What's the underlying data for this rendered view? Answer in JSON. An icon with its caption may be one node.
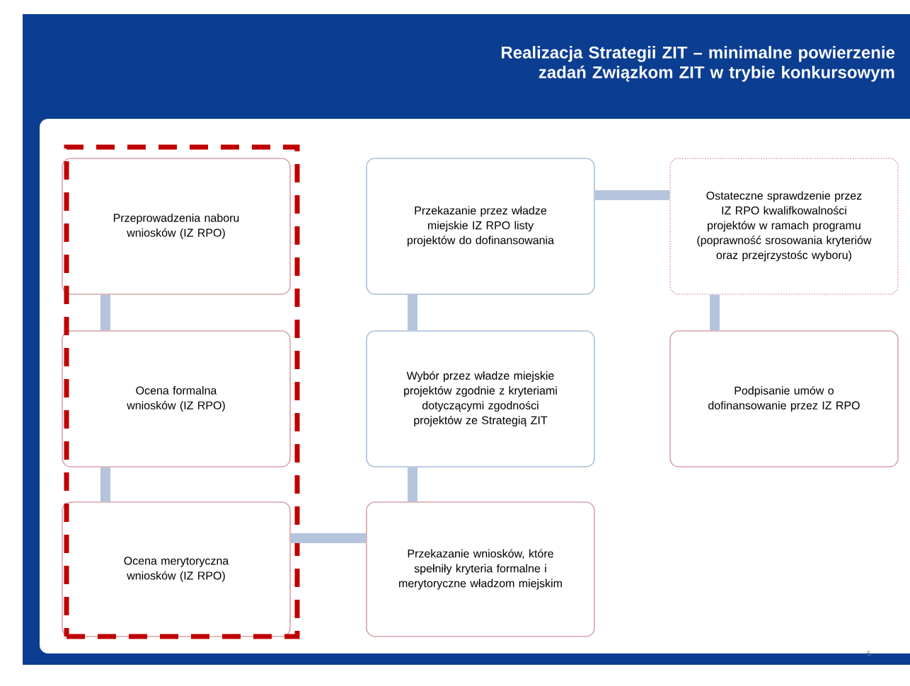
{
  "diagram": {
    "title": "Realizacja Strategii ZIT – minimalne  powierzenie zadań Związkom ZIT w trybie konkursowym",
    "nodes": [
      {
        "text": [],
        "shape": "box"
      },
      {
        "text": [
          "Przeprowadzenia naboru wniosków (IZ RPO)"
        ],
        "in": 0
      },
      {
        "text": [
          "Ocena formalna wniosków (IZ RPO)"
        ],
        "in": 0
      },
      {
        "text": [
          "Ocena merytoryczna wniosków (IZ RPO)"
        ],
        "in": 0
      },
      {
        "text": [
          "Przekazanie przez władze miejskie IZ RPO listy projektów do dofinansowania"
        ]
      },
      {
        "text": [
          "Wybór przez władze miejskie projektów zgodnie z kryteriami dotyczącymi zgodności projektów ze Strategią ZIT"
        ]
      },
      {
        "text": [
          "Przekazanie wniosków, które spełniły kryteria formalne i merytoryczne władzom miejskim"
        ]
      },
      {
        "text": [
          "Ostateczne sprawdzenie przez IZ RPO kwalifkowalności projektów w ramach programu (poprawność srosowania kryteriów oraz przejrzystośc wyboru)"
        ]
      },
      {
        "text": [
          "Podpisanie umów o dofinansowanie przez IZ RPO"
        ]
      }
    ],
    "edges": [
      {
        "from": 1,
        "to": 2,
        "arrow": "none"
      },
      {
        "from": 2,
        "to": 3,
        "arrow": "none"
      },
      {
        "from": 3,
        "to": 6,
        "arrow": "none"
      },
      {
        "from": 6,
        "to": 5,
        "arrow": "none"
      },
      {
        "from": 5,
        "to": 4,
        "arrow": "none"
      },
      {
        "from": 4,
        "to": 7,
        "arrow": "none"
      },
      {
        "from": 7,
        "to": 8,
        "arrow": "none"
      }
    ],
    "labels": [
      "5"
    ]
  }
}
